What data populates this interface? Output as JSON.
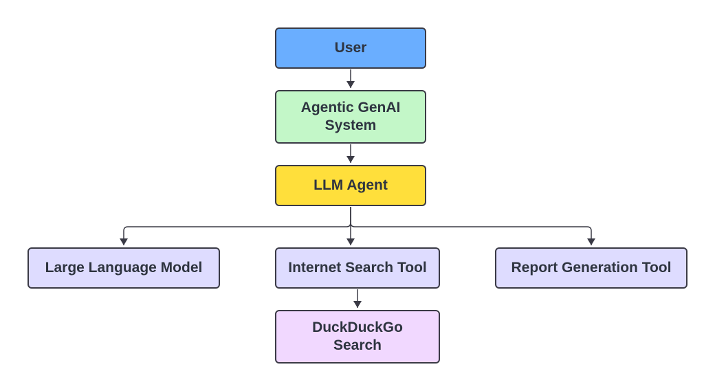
{
  "diagram": {
    "nodes": {
      "user": {
        "label": "User",
        "color": "#6aaeff"
      },
      "agentic": {
        "label_line1": "Agentic GenAI",
        "label_line2": "System",
        "color": "#c3f7c8"
      },
      "llm_agent": {
        "label": "LLM Agent",
        "color": "#ffdf3b"
      },
      "large_language_model": {
        "label": "Large Language Model",
        "color": "#dedcff"
      },
      "internet_search_tool": {
        "label": "Internet Search Tool",
        "color": "#dedcff"
      },
      "report_generation_tool": {
        "label": "Report Generation Tool",
        "color": "#dedcff"
      },
      "duckduckgo": {
        "label_line1": "DuckDuckGo",
        "label_line2": "Search",
        "color": "#f1d8ff"
      }
    },
    "edges": [
      {
        "from": "user",
        "to": "agentic"
      },
      {
        "from": "agentic",
        "to": "llm_agent"
      },
      {
        "from": "llm_agent",
        "to": "large_language_model"
      },
      {
        "from": "llm_agent",
        "to": "internet_search_tool"
      },
      {
        "from": "llm_agent",
        "to": "report_generation_tool"
      },
      {
        "from": "internet_search_tool",
        "to": "duckduckgo"
      }
    ],
    "line_color": "#3a3a45"
  }
}
